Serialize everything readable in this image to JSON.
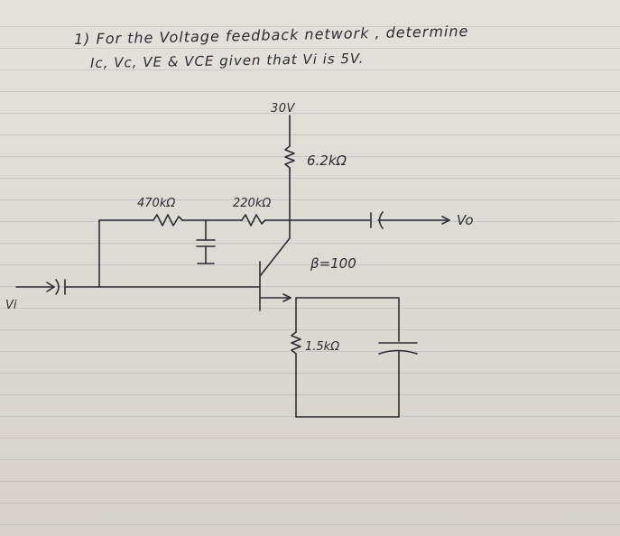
{
  "problem": {
    "line1": "1) For the Voltage feedback network , determine",
    "line2": "Ic, Vc, VE & VCE given that Vi is 5V."
  },
  "circuit": {
    "supply": "30V",
    "rc": "6.2kΩ",
    "rf1": "470kΩ",
    "rf2": "220kΩ",
    "beta": "β=100",
    "re": "1.5kΩ",
    "output": "Vo",
    "input": "Vi"
  },
  "colors": {
    "ink": "#2c2d33",
    "paper": "#e0ddd7",
    "rule": "#9aa3af"
  }
}
